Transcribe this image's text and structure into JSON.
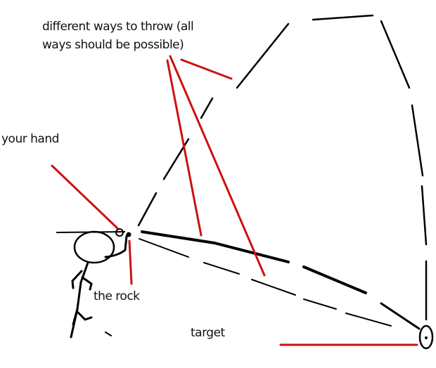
{
  "labels": {
    "throw_ways_line1": "different ways to throw (all",
    "throw_ways_line2": "ways should be possible)",
    "your_hand": "your hand",
    "the_rock": "the rock",
    "target": "target"
  },
  "colors": {
    "ink": "#000000",
    "annotation": "#cc1111",
    "background": "#ffffff"
  }
}
